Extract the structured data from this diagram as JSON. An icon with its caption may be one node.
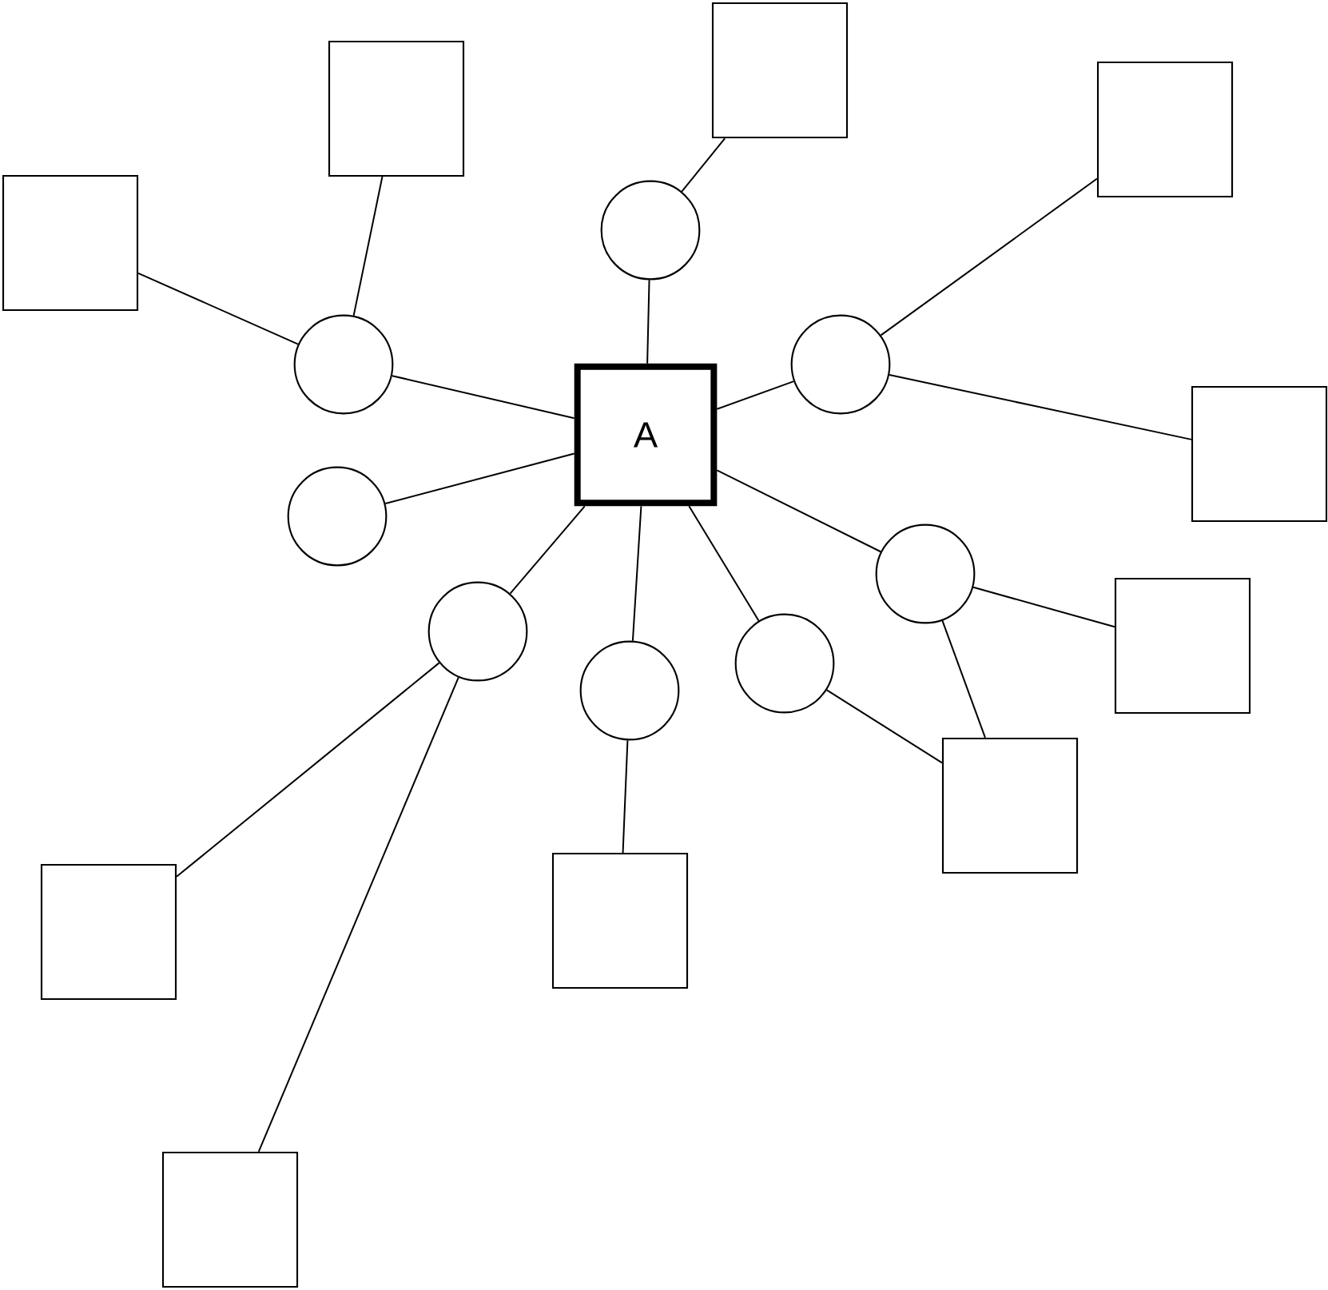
{
  "diagram": {
    "nodes": [
      {
        "text": [
          "A"
        ]
      },
      {
        "text": [],
        "shape": "circle"
      },
      {
        "text": [],
        "shape": "circle"
      },
      {
        "text": [],
        "shape": "circle"
      },
      {
        "text": [],
        "shape": "circle"
      },
      {
        "text": [],
        "shape": "circle"
      },
      {
        "text": [],
        "shape": "circle"
      },
      {
        "text": [],
        "shape": "circle"
      },
      {
        "text": [],
        "shape": "circle"
      },
      {
        "text": [],
        "shape": "box"
      },
      {
        "text": [],
        "shape": "box"
      },
      {
        "text": [],
        "shape": "box"
      },
      {
        "text": [],
        "shape": "box"
      },
      {
        "text": [],
        "shape": "box"
      },
      {
        "text": [],
        "shape": "box"
      },
      {
        "text": [],
        "shape": "box"
      },
      {
        "text": [],
        "shape": "box"
      },
      {
        "text": [],
        "shape": "box"
      },
      {
        "text": [],
        "shape": "box"
      }
    ],
    "edges": [
      {
        "from": 0,
        "to": 1,
        "arrow": "none"
      },
      {
        "from": 0,
        "to": 2,
        "arrow": "none"
      },
      {
        "from": 0,
        "to": 3,
        "arrow": "none"
      },
      {
        "from": 0,
        "to": 4,
        "arrow": "none"
      },
      {
        "from": 0,
        "to": 5,
        "arrow": "none"
      },
      {
        "from": 0,
        "to": 6,
        "arrow": "none"
      },
      {
        "from": 0,
        "to": 7,
        "arrow": "none"
      },
      {
        "from": 0,
        "to": 8,
        "arrow": "none"
      },
      {
        "from": 1,
        "to": 9,
        "arrow": "none"
      },
      {
        "from": 2,
        "to": 10,
        "arrow": "none"
      },
      {
        "from": 2,
        "to": 12,
        "arrow": "none"
      },
      {
        "from": 3,
        "to": 11,
        "arrow": "none"
      },
      {
        "from": 3,
        "to": 13,
        "arrow": "none"
      },
      {
        "from": 5,
        "to": 14,
        "arrow": "none"
      },
      {
        "from": 5,
        "to": 15,
        "arrow": "none"
      },
      {
        "from": 7,
        "to": 15,
        "arrow": "none"
      },
      {
        "from": 8,
        "to": 16,
        "arrow": "none"
      },
      {
        "from": 6,
        "to": 17,
        "arrow": "none"
      },
      {
        "from": 6,
        "to": 18,
        "arrow": "none"
      }
    ]
  }
}
